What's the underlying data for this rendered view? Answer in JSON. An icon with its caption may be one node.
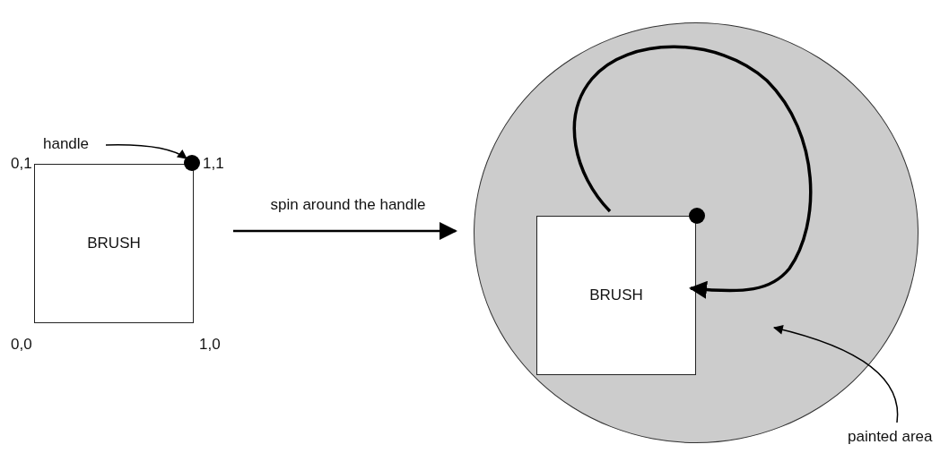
{
  "diagram": {
    "nodes": [
      {
        "text": [
          "handle"
        ]
      },
      {
        "text": [],
        "shape": "circle"
      },
      {
        "text": [
          "BRUSH"
        ]
      },
      {
        "text": [],
        "shape": "circle"
      },
      {
        "text": [
          "BRUSH"
        ],
        "in": 3
      },
      {
        "text": [],
        "shape": "circle",
        "in": 3
      },
      {
        "text": [
          "painted area"
        ]
      }
    ],
    "edges": [
      {
        "from": 0,
        "to": 1,
        "arrow": "to"
      },
      {
        "from": 2,
        "to": 3,
        "arrow": "to",
        "label": "spin around the handle"
      },
      {
        "from": 6,
        "to": 3,
        "arrow": "to"
      }
    ],
    "labels": [
      "0,1",
      "1,1",
      "0,0",
      "1,0"
    ]
  }
}
